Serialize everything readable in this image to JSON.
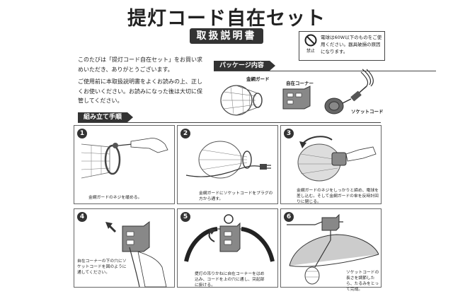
{
  "title": "提灯コード自在セット",
  "manual_label": "取扱説明書",
  "warning": {
    "icon_label": "禁止",
    "text": "電球は60W以下のものをご使用ください。器具破損の原因になります。"
  },
  "intro": [
    "このたびは「提灯コード自在セット」をお買い求めいただき、ありがとうございます。",
    "ご使用前に本取扱説明書をよくお読みの上、正しくお使いください。お読みになった後は大切に保管してください。"
  ],
  "package": {
    "heading": "パッケージ内容",
    "parts": [
      "金網ガード",
      "自在コーナー",
      "ソケットコード"
    ]
  },
  "assembly": {
    "heading": "組み立て手順",
    "steps": [
      {
        "num": "1",
        "caption": "金網ガードのネジを緩める。"
      },
      {
        "num": "2",
        "caption": "金網ガードにソケットコードをプラグの方から通す。"
      },
      {
        "num": "3",
        "caption": "金網ガードのネジをしっかりと締め、電球を差し込む。そして金網ガードの傘を反時計回りに閉じる。"
      },
      {
        "num": "4",
        "caption": "自在コーナーの下の穴にソケットコードを図のように通してください。"
      },
      {
        "num": "5",
        "caption": "提灯の吊りかねに自在コーナーをはめ込み、コードを上の穴に通し、突起部に掛ける。"
      },
      {
        "num": "6",
        "caption": "ソケットコードの長さを調節したら、たるみをとって完成。"
      }
    ]
  }
}
